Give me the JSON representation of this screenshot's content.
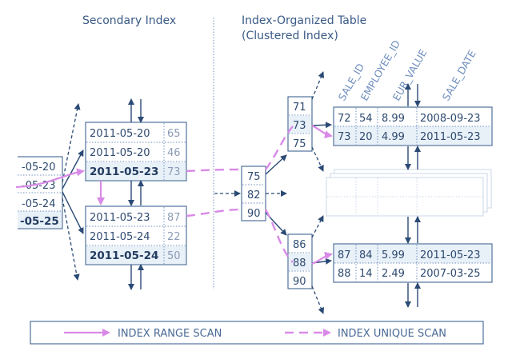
{
  "titles": {
    "secondary": "Secondary Index",
    "iot_line1": "Index-Organized Table",
    "iot_line2": "(Clustered Index)"
  },
  "column_headers": [
    "SALE_ID",
    "EMPLOYEE_ID",
    "EUR_VALUE",
    "SALE_DATE"
  ],
  "left_partial": [
    "-05-20",
    "-05-23",
    "-05-24",
    "-05-25"
  ],
  "secondary_upper": [
    {
      "date": "2011-05-20",
      "id": "65"
    },
    {
      "date": "2011-05-20",
      "id": "46"
    },
    {
      "date": "2011-05-23",
      "id": "73"
    }
  ],
  "secondary_lower": [
    {
      "date": "2011-05-23",
      "id": "87"
    },
    {
      "date": "2011-05-24",
      "id": "22"
    },
    {
      "date": "2011-05-24",
      "id": "50"
    }
  ],
  "root_node": [
    "75",
    "82",
    "90"
  ],
  "branch_upper": [
    "71",
    "73",
    "75"
  ],
  "branch_lower": [
    "86",
    "88",
    "90"
  ],
  "leaf_upper": [
    [
      "72",
      "54",
      "8.99",
      "2008-09-23"
    ],
    [
      "73",
      "20",
      "4.99",
      "2011-05-23"
    ]
  ],
  "leaf_lower": [
    [
      "87",
      "84",
      "5.99",
      "2011-05-23"
    ],
    [
      "88",
      "14",
      "2.49",
      "2007-03-25"
    ]
  ],
  "legend": {
    "range_scan": "INDEX RANGE SCAN",
    "unique_scan": "INDEX UNIQUE SCAN"
  },
  "colors": {
    "box_stroke": "#3f6592",
    "text": "#2e4a70",
    "highlight_fill": "#e8f0f8",
    "scan_path": "#d98ae8"
  }
}
